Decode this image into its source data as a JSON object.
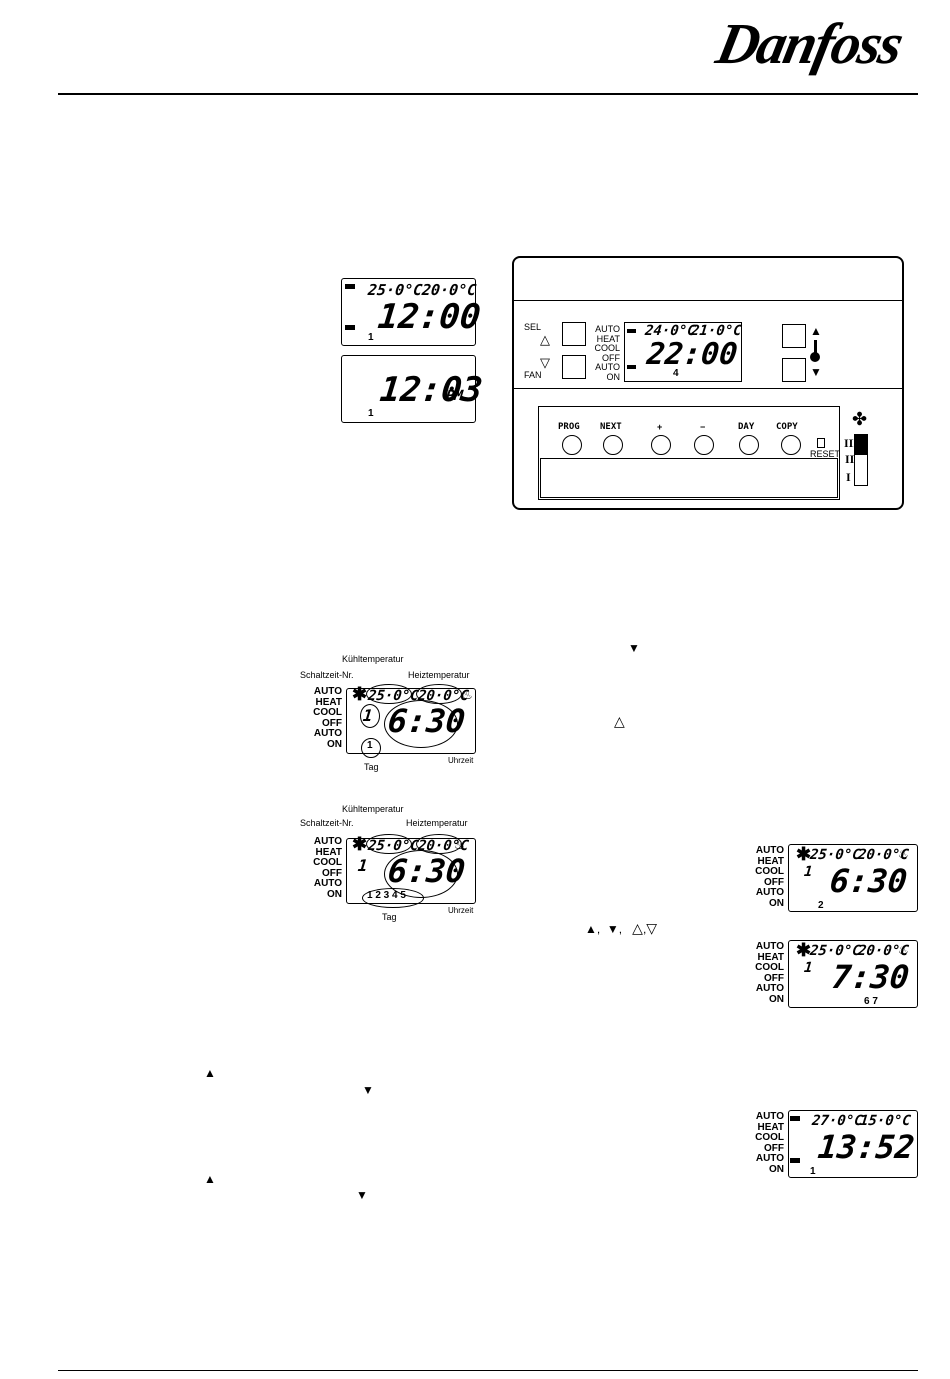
{
  "brand": "Danfoss",
  "lcd_a": {
    "temp_cool": "25·0°C",
    "temp_heat": "20·0°C",
    "time": "12:00",
    "day": "1"
  },
  "lcd_b": {
    "time": "12:03",
    "ampm": "PM",
    "day": "1"
  },
  "device": {
    "sel": "SEL",
    "fan": "FAN",
    "modes_top": [
      "AUTO",
      "HEAT",
      "COOL",
      "OFF"
    ],
    "modes_bottom": [
      "AUTO",
      "ON"
    ],
    "lcd_temp_cool": "24·0°C",
    "lcd_temp_heat": "21·0°C",
    "lcd_time": "22:00",
    "lcd_day": "4",
    "buttons": [
      "PROG",
      "NEXT",
      "+",
      "−",
      "DAY",
      "COPY"
    ],
    "reset": "RESET",
    "fan_speeds": [
      "III",
      "II",
      "I"
    ]
  },
  "diagram1": {
    "label_cool": "Kühltemperatur",
    "label_prog": "Schaltzeit-Nr.",
    "label_heat": "Heiztemperatur",
    "modes": [
      "AUTO",
      "HEAT",
      "COOL",
      "OFF",
      "AUTO",
      "ON"
    ],
    "temp_cool": "25·0°C",
    "temp_heat": "20·0°C",
    "prog_no": "1",
    "time": "6:30",
    "day": "1",
    "label_day": "Tag",
    "label_time": "Uhrzeit"
  },
  "diagram2": {
    "label_cool": "Kühltemperatur",
    "label_prog": "Schaltzeit-Nr.",
    "label_heat": "Heiztemperatur",
    "modes": [
      "AUTO",
      "HEAT",
      "COOL",
      "OFF",
      "AUTO",
      "ON"
    ],
    "temp_cool": "25·0°C",
    "temp_heat": "20·0°C",
    "prog_no": "1",
    "time": "6:30",
    "days": "1 2 3 4 5",
    "label_day": "Tag",
    "label_time": "Uhrzeit"
  },
  "lcd_c": {
    "modes": [
      "AUTO",
      "HEAT",
      "COOL",
      "OFF",
      "AUTO",
      "ON"
    ],
    "temp_cool": "25·0°C",
    "temp_heat": "20·0°C",
    "prog_no": "1",
    "time": "6:30",
    "day": "2"
  },
  "lcd_d": {
    "modes": [
      "AUTO",
      "HEAT",
      "COOL",
      "OFF",
      "AUTO",
      "ON"
    ],
    "temp_cool": "25·0°C",
    "temp_heat": "20·0°C",
    "prog_no": "1",
    "time": "7:30",
    "day": "6 7"
  },
  "lcd_e": {
    "modes": [
      "AUTO",
      "HEAT",
      "COOL",
      "OFF",
      "AUTO",
      "ON"
    ],
    "temp_cool": "27·0°C",
    "temp_heat": "15·0°C",
    "time": "13:52",
    "day": "1"
  },
  "glyphs": {
    "down_filled": "▼",
    "up_filled": "▲",
    "up_open": "△",
    "down_open": "▽",
    "separator": ","
  }
}
